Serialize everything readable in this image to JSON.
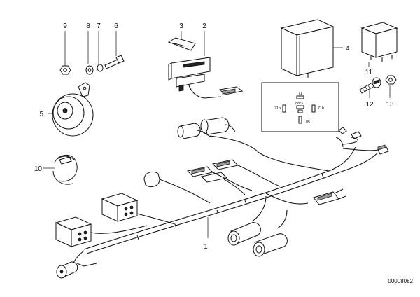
{
  "callouts": [
    {
      "id": "c1",
      "label": "1"
    },
    {
      "id": "c2",
      "label": "2"
    },
    {
      "id": "c3",
      "label": "3"
    },
    {
      "id": "c4",
      "label": "4"
    },
    {
      "id": "c5",
      "label": "5"
    },
    {
      "id": "c6",
      "label": "6"
    },
    {
      "id": "c7",
      "label": "7"
    },
    {
      "id": "c8",
      "label": "8"
    },
    {
      "id": "c9",
      "label": "9"
    },
    {
      "id": "c10",
      "label": "10"
    },
    {
      "id": "c11",
      "label": "11"
    },
    {
      "id": "c12",
      "label": "12"
    },
    {
      "id": "c13",
      "label": "13"
    }
  ],
  "relay_pins": {
    "top": "71",
    "left": "71b",
    "middle": "88/31",
    "right": "71b",
    "bottom": "85"
  },
  "reference_number": "00008082"
}
